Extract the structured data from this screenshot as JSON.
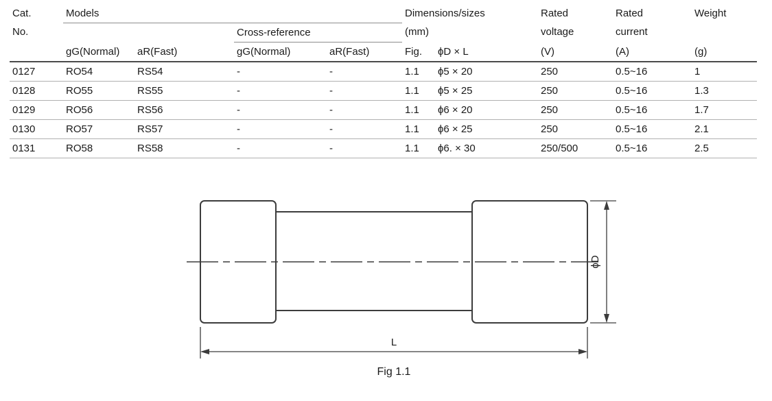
{
  "colors": {
    "background": "#ffffff",
    "text": "#1a1a1a",
    "line": "#3c3c3c",
    "row_divider": "#b0b0b0",
    "header_divider": "#4a4a4a"
  },
  "table": {
    "header": {
      "cat_line1": "Cat.",
      "cat_line2": "No.",
      "models": "Models",
      "cross_reference": "Cross-reference",
      "gg_normal_1": "gG(Normal)",
      "ar_fast_1": "aR(Fast)",
      "gg_normal_2": "gG(Normal)",
      "ar_fast_2": "aR(Fast)",
      "dimensions_line1": "Dimensions/sizes",
      "dimensions_line2": "(mm)",
      "fig": "Fig.",
      "d_x_l": "ϕD × L",
      "rated_voltage_line1": "Rated",
      "rated_voltage_line2": "voltage",
      "rated_voltage_unit": "(V)",
      "rated_current_line1": "Rated",
      "rated_current_line2": "current",
      "rated_current_unit": "(A)",
      "weight": "Weight",
      "weight_unit": "(g)"
    },
    "rows": [
      {
        "cat_no": "0127",
        "model_gg": "RO54",
        "model_ar": "RS54",
        "xref_gg": "-",
        "xref_ar": "-",
        "fig": "1.1",
        "d_x_l": "ϕ5 × 20",
        "voltage": "250",
        "current": "0.5~16",
        "weight": "1"
      },
      {
        "cat_no": "0128",
        "model_gg": "RO55",
        "model_ar": "RS55",
        "xref_gg": "-",
        "xref_ar": "-",
        "fig": "1.1",
        "d_x_l": "ϕ5 × 25",
        "voltage": "250",
        "current": "0.5~16",
        "weight": "1.3"
      },
      {
        "cat_no": "0129",
        "model_gg": "RO56",
        "model_ar": "RS56",
        "xref_gg": "-",
        "xref_ar": "-",
        "fig": "1.1",
        "d_x_l": "ϕ6 × 20",
        "voltage": "250",
        "current": "0.5~16",
        "weight": "1.7"
      },
      {
        "cat_no": "0130",
        "model_gg": "RO57",
        "model_ar": "RS57",
        "xref_gg": "-",
        "xref_ar": "-",
        "fig": "1.1",
        "d_x_l": "ϕ6 × 25",
        "voltage": "250",
        "current": "0.5~16",
        "weight": "2.1"
      },
      {
        "cat_no": "0131",
        "model_gg": "RO58",
        "model_ar": "RS58",
        "xref_gg": "-",
        "xref_ar": "-",
        "fig": "1.1",
        "d_x_l": "ϕ6. × 30",
        "voltage": "250/500",
        "current": "0.5~16",
        "weight": "2.5"
      }
    ]
  },
  "diagram": {
    "phi_d_label": "ϕD",
    "l_label": "L",
    "caption": "Fig 1.1"
  }
}
